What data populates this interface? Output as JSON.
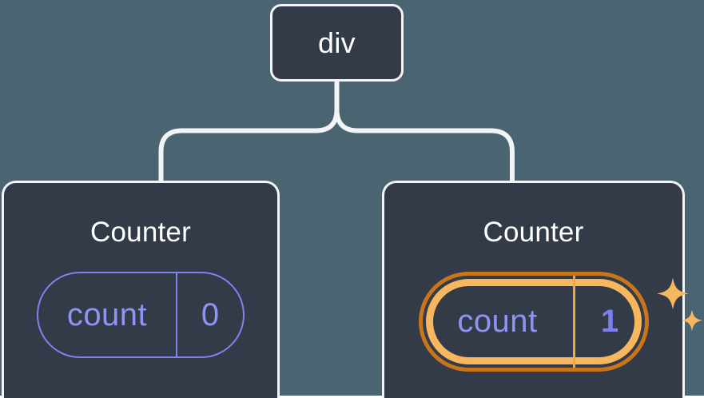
{
  "diagram": {
    "type": "component-tree",
    "background_color": "#4a6571",
    "node_fill_color": "#343b48",
    "node_border_color": "#f2f5f7",
    "connector_color": "#f2f5f7",
    "accent_periwinkle": "#8f93f2",
    "accent_orange_outer": "#c9761b",
    "accent_orange_inner": "#f6b75f",
    "root": {
      "label": "div"
    },
    "children": [
      {
        "title": "Counter",
        "state": {
          "key": "count",
          "value": "0"
        },
        "highlighted": false
      },
      {
        "title": "Counter",
        "state": {
          "key": "count",
          "value": "1"
        },
        "highlighted": true,
        "sparkle_count": 2
      }
    ]
  }
}
